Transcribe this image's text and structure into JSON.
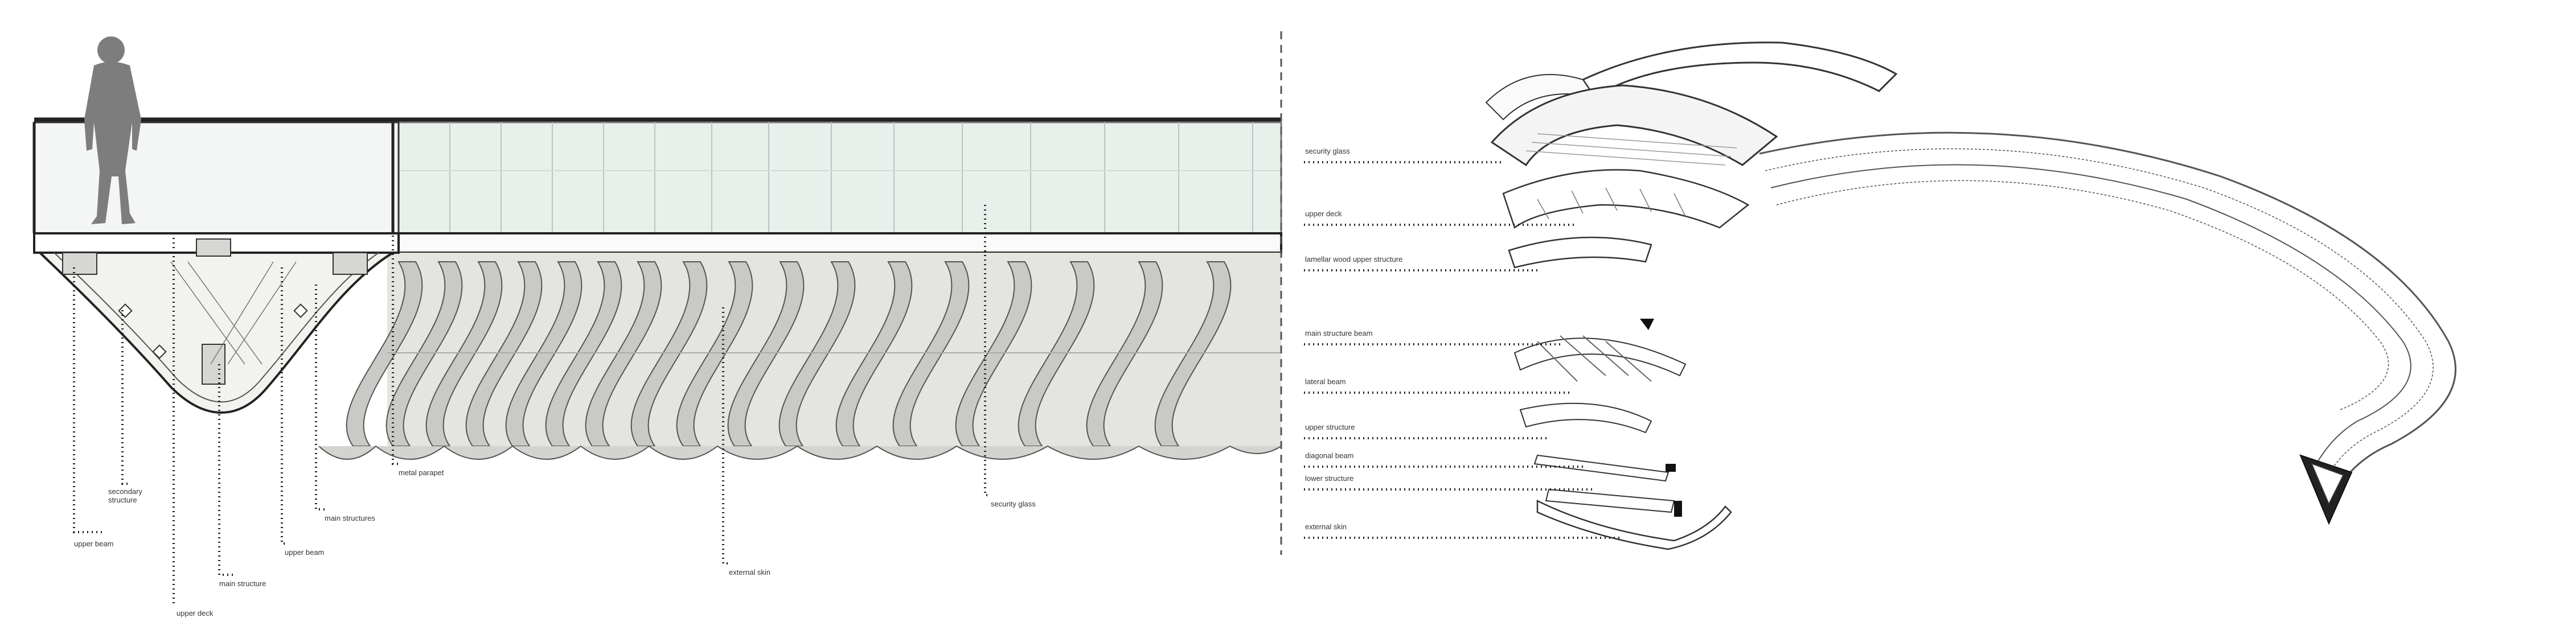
{
  "left_section": {
    "callouts": [
      {
        "id": "upper-beam-1",
        "text": "upper beam"
      },
      {
        "id": "secondary-structure",
        "text": "secondary\nstructure"
      },
      {
        "id": "upper-deck-left",
        "text": "upper deck"
      },
      {
        "id": "main-structure",
        "text": "main structure"
      },
      {
        "id": "upper-beam-2",
        "text": "upper beam"
      },
      {
        "id": "main-structures",
        "text": "main structures"
      },
      {
        "id": "metal-parapet",
        "text": "metal parapet"
      },
      {
        "id": "external-skin-left",
        "text": "external skin"
      },
      {
        "id": "security-glass-left",
        "text": "security glass"
      }
    ]
  },
  "exploded_axonometric": {
    "callouts": [
      {
        "id": "security-glass-right",
        "text": "security glass"
      },
      {
        "id": "upper-deck-right",
        "text": "upper deck"
      },
      {
        "id": "laminated-wood-upper-structure",
        "text": "lamellar wood upper structure"
      },
      {
        "id": "main-structure-beam",
        "text": "main structure beam"
      },
      {
        "id": "lateral-beam",
        "text": "lateral beam"
      },
      {
        "id": "upper-structure",
        "text": "upper structure"
      },
      {
        "id": "diagonal-beam",
        "text": "diagonal beam"
      },
      {
        "id": "lower-structure",
        "text": "lower structure"
      },
      {
        "id": "external-skin-right",
        "text": "external skin"
      }
    ]
  }
}
